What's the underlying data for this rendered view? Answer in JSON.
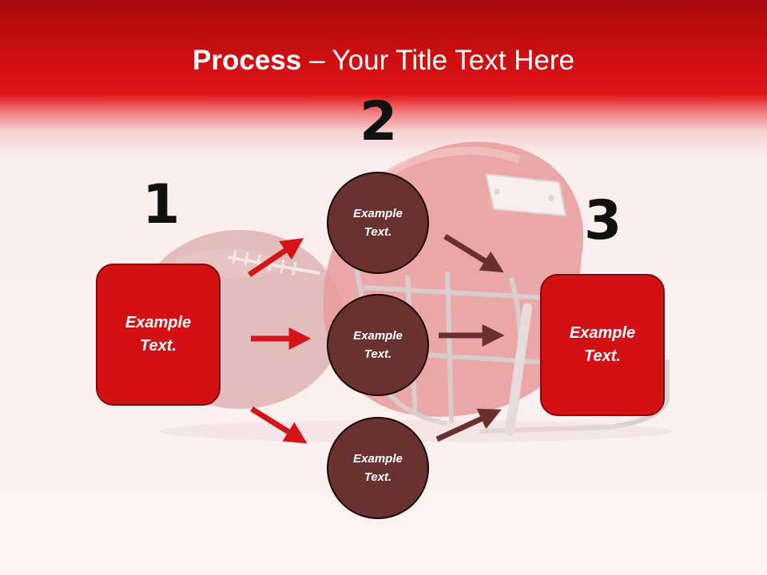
{
  "title": {
    "bold": "Process",
    "rest": " – Your Title Text Here"
  },
  "steps": [
    {
      "number": "1"
    },
    {
      "number": "2"
    },
    {
      "number": "3"
    }
  ],
  "left_box": {
    "text": "Example Text."
  },
  "right_box": {
    "text": "Example Text."
  },
  "circles": [
    {
      "text": "Example Text."
    },
    {
      "text": "Example Text."
    },
    {
      "text": "Example Text."
    }
  ],
  "colors": {
    "box": "#d31115",
    "circle": "#6a3131",
    "red_arrow": "#d51418",
    "dark_arrow": "#6a3030",
    "header": "#c80d10"
  }
}
